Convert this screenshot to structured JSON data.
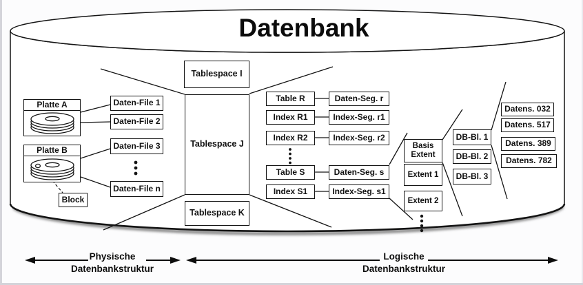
{
  "title": "Datenbank",
  "physical": {
    "platte_a": "Platte A",
    "platte_b": "Platte B",
    "block": "Block",
    "daten_files": [
      "Daten-File 1",
      "Daten-File 2",
      "Daten-File 3",
      "Daten-File n"
    ]
  },
  "tablespaces": [
    "Tablespace I",
    "Tablespace J",
    "Tablespace K"
  ],
  "logical": {
    "tables": [
      "Table R",
      "Index R1",
      "Index R2",
      "Table S",
      "Index S1"
    ],
    "segments": [
      "Daten-Seg. r",
      "Index-Seg. r1",
      "Index-Seg. r2",
      "Daten-Seg. s",
      "Index-Seg. s1"
    ],
    "extents": [
      "Basis Extent",
      "Extent 1",
      "Extent 2"
    ],
    "db_blocks": [
      "DB-Bl. 1",
      "DB-Bl. 2",
      "DB-Bl. 3"
    ],
    "datensaetze": [
      "Datens. 032",
      "Datens. 517",
      "Datens. 389",
      "Datens. 782"
    ]
  },
  "footer": {
    "physisch_line1": "Physische",
    "physisch_line2": "Datenbankstruktur",
    "logisch_line1": "Logische",
    "logisch_line2": "Datenbankstruktur"
  },
  "colors": {
    "line": "#141414",
    "box_bg": "#ffffff",
    "shadow": "#8a8a8a"
  }
}
